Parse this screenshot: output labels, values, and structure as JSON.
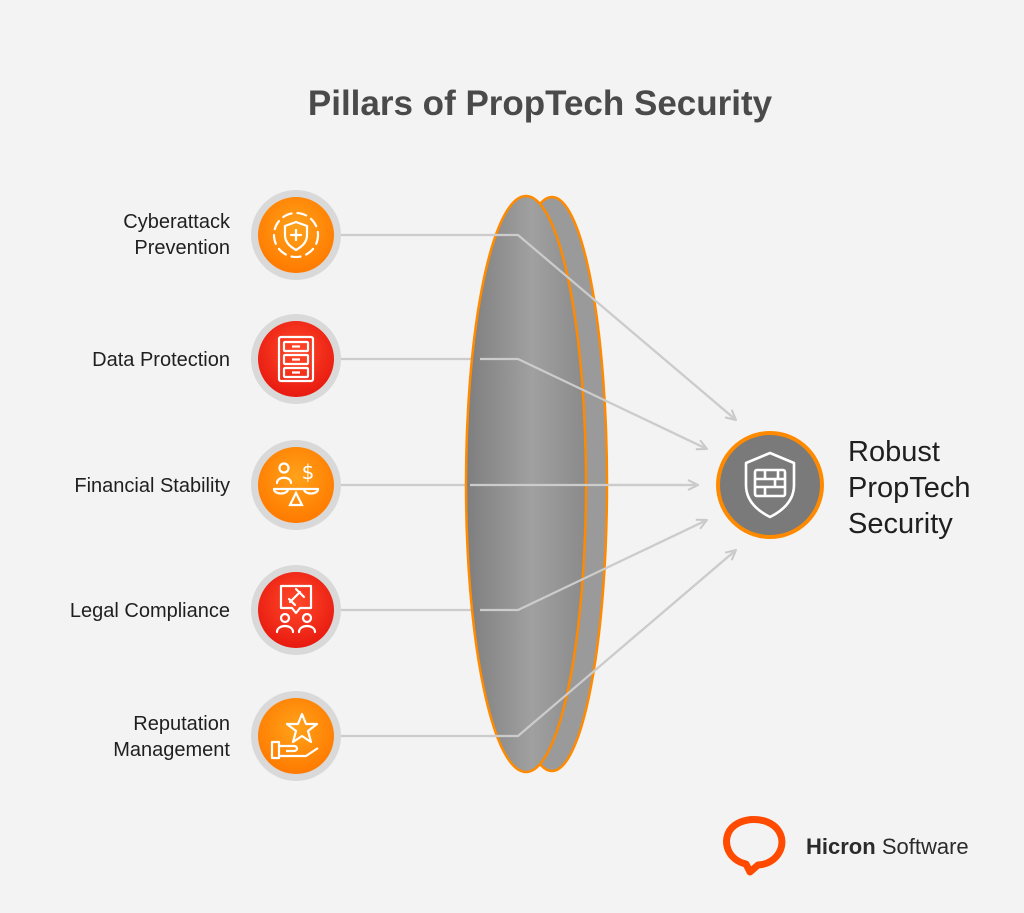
{
  "title": "Pillars of PropTech Security",
  "pillars": [
    {
      "label_lines": [
        "Cyberattack",
        "Prevention"
      ],
      "icon": "shield-plus-icon",
      "color": "#ff8a00"
    },
    {
      "label_lines": [
        "Data Protection"
      ],
      "icon": "file-cabinet-icon",
      "color": "#ff2b1c"
    },
    {
      "label_lines": [
        "Financial Stability"
      ],
      "icon": "balance-scale-icon",
      "color": "#ff8a00"
    },
    {
      "label_lines": [
        "Legal Compliance"
      ],
      "icon": "gavel-people-icon",
      "color": "#ff2b1c"
    },
    {
      "label_lines": [
        "Reputation",
        "Management"
      ],
      "icon": "hand-star-icon",
      "color": "#ff8a00"
    }
  ],
  "result": {
    "label_lines": [
      "Robust",
      "PropTech",
      "Security"
    ],
    "icon": "firewall-shield-icon",
    "color": "#7a7a7a",
    "ring_color": "#ff8a00"
  },
  "lens": {
    "fill": "#8e8e8e",
    "edge_color": "#ff8a00"
  },
  "brand": {
    "name_bold": "Hicron",
    "name_regular": "Software",
    "logo_color": "#ff4a00"
  }
}
